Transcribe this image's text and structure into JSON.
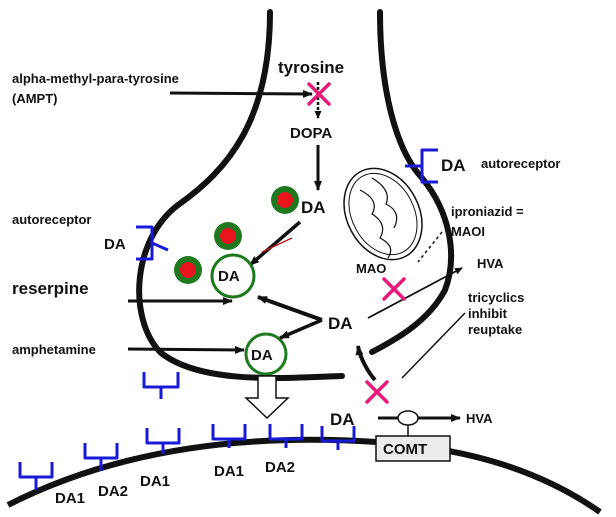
{
  "labels": {
    "tyrosine": "tyrosine",
    "ampt_line1": "alpha-methyl-para-tyrosine",
    "ampt_line2": "(AMPT)",
    "dopa": "DOPA",
    "da": "DA",
    "autoreceptor": "autoreceptor",
    "iproniazid_line1": "iproniazid =",
    "iproniazid_line2": "MAOI",
    "mao": "MAO",
    "hva": "HVA",
    "reserpine": "reserpine",
    "tricyclics_line1": "tricyclics",
    "tricyclics_line2": "inhibit",
    "tricyclics_line3": "reuptake",
    "amphetamine": "amphetamine",
    "comt": "COMT",
    "da1": "DA1",
    "da2": "DA2"
  },
  "colors": {
    "outline": "#111111",
    "receptor": "#1a1ad6",
    "vesicle_ring": "#1f7a1f",
    "vesicle_core": "#e8141e",
    "block_x": "#e8197a",
    "comt_box_fill": "#ececec"
  }
}
